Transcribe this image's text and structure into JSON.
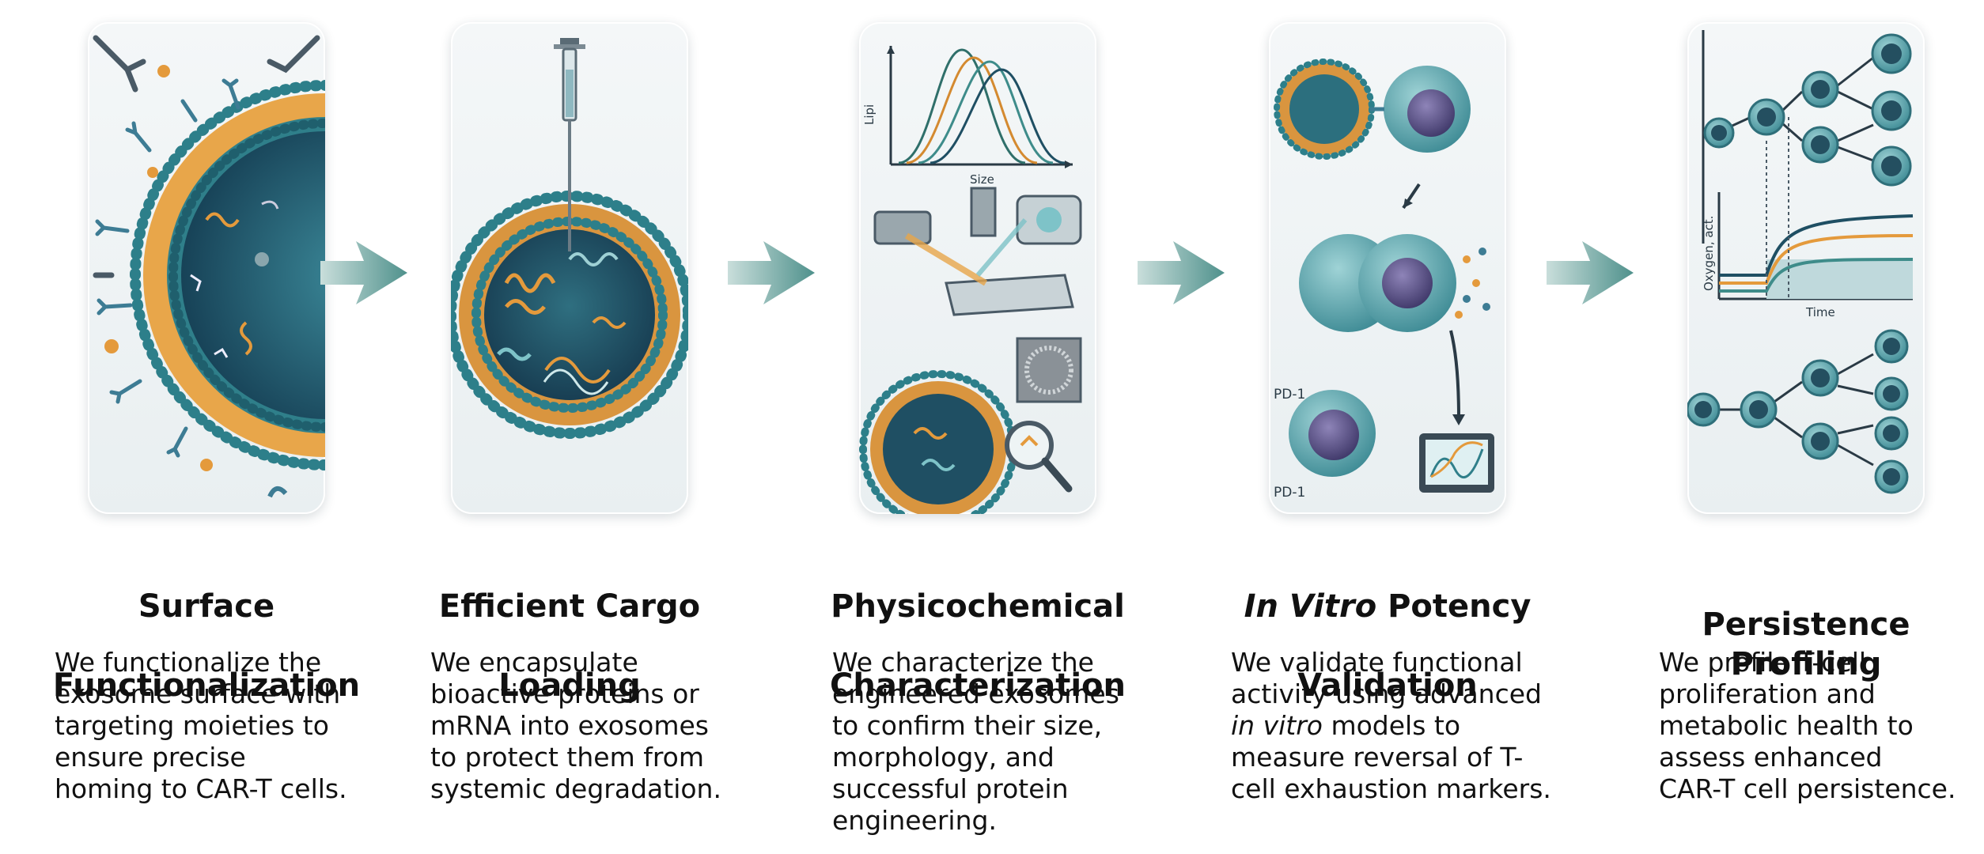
{
  "steps": [
    {
      "title_lines": [
        "Surface",
        "Functionalization"
      ],
      "desc_lines": [
        "We functionalize the",
        "exosome surface with",
        "targeting moieties to",
        "ensure precise",
        "homing to CAR-T cells."
      ]
    },
    {
      "title_lines": [
        "Efficient Cargo",
        "Loading"
      ],
      "desc_lines": [
        "We encapsulate",
        "bioactive proteins or",
        "mRNA into exosomes",
        "to protect them from",
        "systemic degradation."
      ]
    },
    {
      "title_lines": [
        "Physicochemical",
        "Characterization"
      ],
      "desc_lines": [
        "We characterize the",
        "engineered exosomes",
        "to confirm their size,",
        "morphology, and",
        "successful protein",
        "engineering."
      ],
      "graph_labels": {
        "y": "Lipi",
        "x": "Size"
      }
    },
    {
      "title_italic": "In Vitro",
      "title_rest": " Potency",
      "title_line2": "Validation",
      "desc_line1": "We validate functional",
      "desc_line2": "activity using advanced",
      "desc_line3_italic": "in vitro",
      "desc_line3_rest": " models to",
      "desc_line4": "measure reversal of T-",
      "desc_line5": "cell exhaustion markers.",
      "labels": {
        "pd1_top": "PD-1",
        "pd1_bottom": "PD-1"
      }
    },
    {
      "title_lines": [
        "Persistence Profiling"
      ],
      "desc_lines": [
        "We profile T-cell",
        "proliferation and",
        "metabolic health to",
        "assess enhanced",
        "CAR-T cell persistence."
      ],
      "graph_labels": {
        "y": "Oxygen, act.",
        "x": "Time"
      }
    }
  ],
  "colors": {
    "arrow": "#5f9c98",
    "membrane": "#2d7f8a",
    "core": "#1f4f63",
    "cargo_orange": "#e49a3c",
    "cell": "#5fa6ad"
  }
}
